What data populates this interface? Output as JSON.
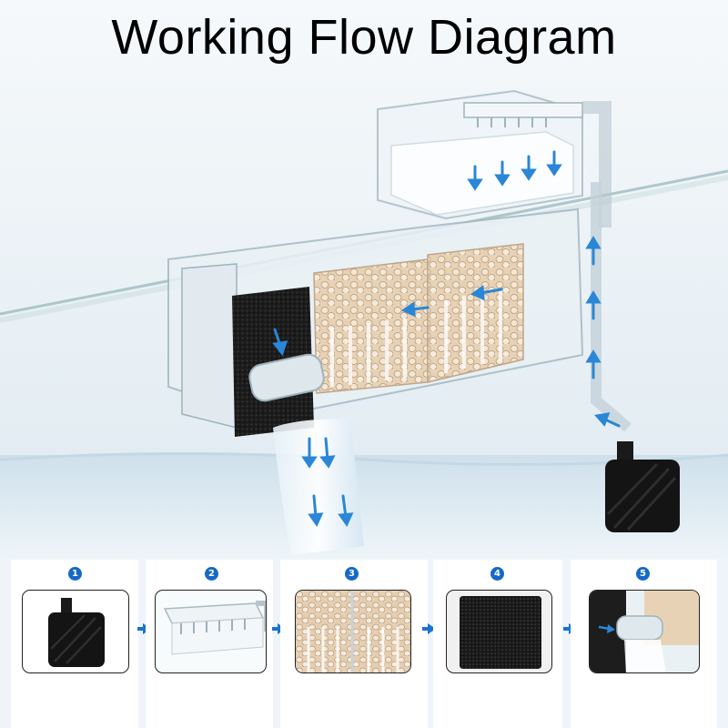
{
  "title": "Working Flow Diagram",
  "steps": [
    {
      "number": "1",
      "item": "submersible-pump"
    },
    {
      "number": "2",
      "item": "top-spray-tray"
    },
    {
      "number": "3",
      "item": "filter-media-boxes"
    },
    {
      "number": "4",
      "item": "black-sponge"
    },
    {
      "number": "5",
      "item": "waterfall-outlet"
    }
  ],
  "colors": {
    "accent": "#1669c5",
    "arrow": "#1a73d1",
    "strip_background": "#eef4fa",
    "water": "#dbe8f1"
  },
  "icons": [
    "flow-arrow-icon",
    "step-number-badge"
  ]
}
